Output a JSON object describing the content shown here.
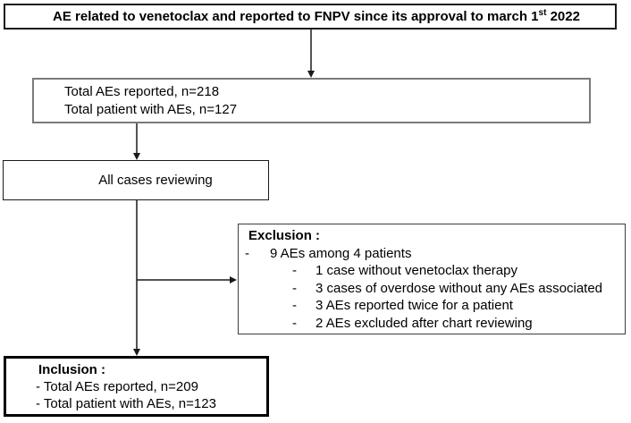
{
  "flowchart": {
    "title_box": {
      "prefix": "AE related to venetoclax and reported to FNPV since its approval to march 1",
      "superscript": "st",
      "suffix": " 2022"
    },
    "totals_box": {
      "line1": "Total AEs reported, n=218",
      "line2": "Total patient with AEs, n=127"
    },
    "review_box": {
      "label": "All cases reviewing"
    },
    "exclusion_box": {
      "header": "Exclusion :",
      "dash": "-",
      "item": "9 AEs among 4 patients",
      "sub_items": [
        "1 case without venetoclax therapy",
        "3 cases of overdose without any AEs associated",
        "3 AEs reported twice for a patient",
        "2 AEs excluded after chart reviewing"
      ]
    },
    "inclusion_box": {
      "header": "Inclusion :",
      "line1": "- Total AEs reported, n=209",
      "line2": "- Total patient with AEs, n=123"
    },
    "colors": {
      "line": "#1a1a1a",
      "border_black": "#1a1a1a",
      "border_gray": "#7a7a7a",
      "border_mid": "#3d3d3d",
      "background": "#ffffff",
      "text": "#000000"
    }
  }
}
